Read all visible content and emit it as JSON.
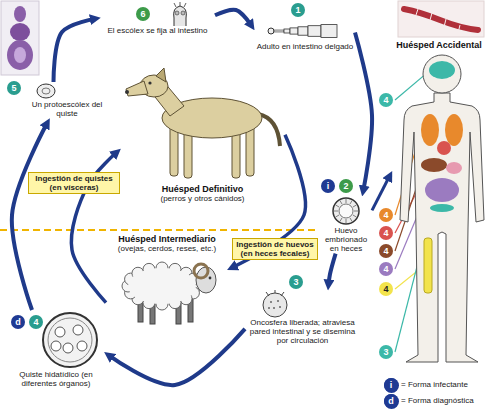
{
  "diagram": {
    "nodes": [
      {
        "text": [
          "El escólex se fija al intestino"
        ]
      },
      {
        "text": [
          "Adulto en intestino delgado"
        ]
      },
      {
        "text": [
          "Huésped Accidental"
        ]
      },
      {
        "text": [
          "Un protoescólex del quiste"
        ]
      },
      {
        "text": [
          "Huésped Definitivo",
          "(perros y otros cánidos)"
        ]
      },
      {
        "text": [
          "Huevo embrionado en heces"
        ]
      },
      {
        "text": [
          "Huésped Intermediario",
          "(ovejas, cerdos, reses, etc.)"
        ]
      },
      {
        "text": [
          "Oncosfera liberada; atraviesa pared intestinal y se disemina por circulación"
        ]
      },
      {
        "text": [
          "Quiste hidatídico (en diferentes órganos)"
        ]
      }
    ],
    "edges": [
      {
        "from": 0,
        "to": 1,
        "arrow": "to"
      },
      {
        "from": 1,
        "to": 5,
        "arrow": "to"
      },
      {
        "from": 5,
        "to": 7,
        "arrow": "to"
      },
      {
        "from": 7,
        "to": 8,
        "arrow": "to"
      },
      {
        "from": 8,
        "to": 3,
        "arrow": "to"
      },
      {
        "from": 3,
        "to": 0,
        "arrow": "to"
      },
      {
        "from": 5,
        "to": 2,
        "arrow": "to"
      },
      {
        "from": 6,
        "to": 4,
        "label": "Ingestión de quistes (en vísceras)",
        "arrow": "to"
      },
      {
        "from": 4,
        "to": 6,
        "label": "Ingestión de huevos (en heces fecales)",
        "arrow": "to"
      }
    ],
    "labels": [
      "6",
      "1",
      "i",
      "2",
      "5",
      "3",
      "d",
      "4",
      "4",
      "4",
      "4",
      "4",
      "4",
      "4",
      "3",
      "i",
      "d"
    ],
    "legend": [
      {
        "text": "= Forma infectante",
        "color": "#1f3a93"
      },
      {
        "text": "= Forma diagnóstica",
        "color": "#1f3a93"
      }
    ]
  }
}
